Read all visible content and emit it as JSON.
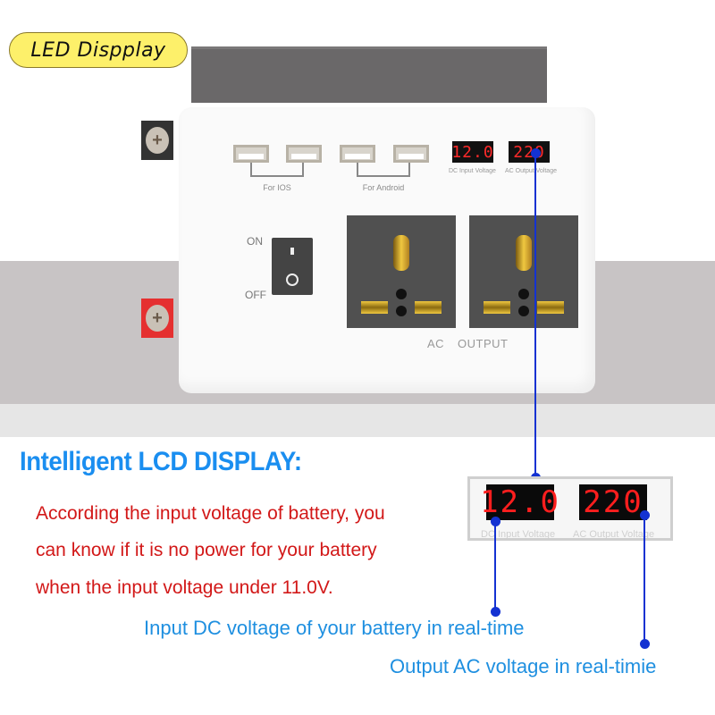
{
  "badge": {
    "label": "LED Dispplay",
    "background": "#fdf06a"
  },
  "device": {
    "usb_groups": [
      {
        "label": "For IOS"
      },
      {
        "label": "For Android"
      }
    ],
    "displays": [
      {
        "value": "12.0",
        "label": "DC Input Voltage"
      },
      {
        "value": "220",
        "label": "AC Output Voltage"
      }
    ],
    "switch": {
      "on_label": "ON",
      "off_label": "OFF"
    },
    "output_label_a": "AC",
    "output_label_b": "OUTPUT",
    "terminals": [
      {
        "icon": "negative-terminal-icon",
        "color": "#333333"
      },
      {
        "icon": "positive-terminal-icon",
        "color": "#e53030"
      }
    ]
  },
  "info": {
    "heading": "Intelligent LCD DISPLAY:",
    "heading_color": "#1a8ef0",
    "description_lines": [
      "According the input voltage of battery, you",
      "can know if it is no power for your battery",
      "when the input voltage under 11.0V."
    ],
    "description_color": "#d21818"
  },
  "detail": {
    "displays": [
      {
        "value": "12.0",
        "label": "DC Input Voltage"
      },
      {
        "value": "220",
        "label": "AC Output Voltage"
      }
    ],
    "callouts": [
      "Input DC voltage of your battery in real-time",
      "Output AC voltage in real-timie"
    ],
    "callout_color": "#1e8fe0",
    "line_color": "#1432d2"
  }
}
